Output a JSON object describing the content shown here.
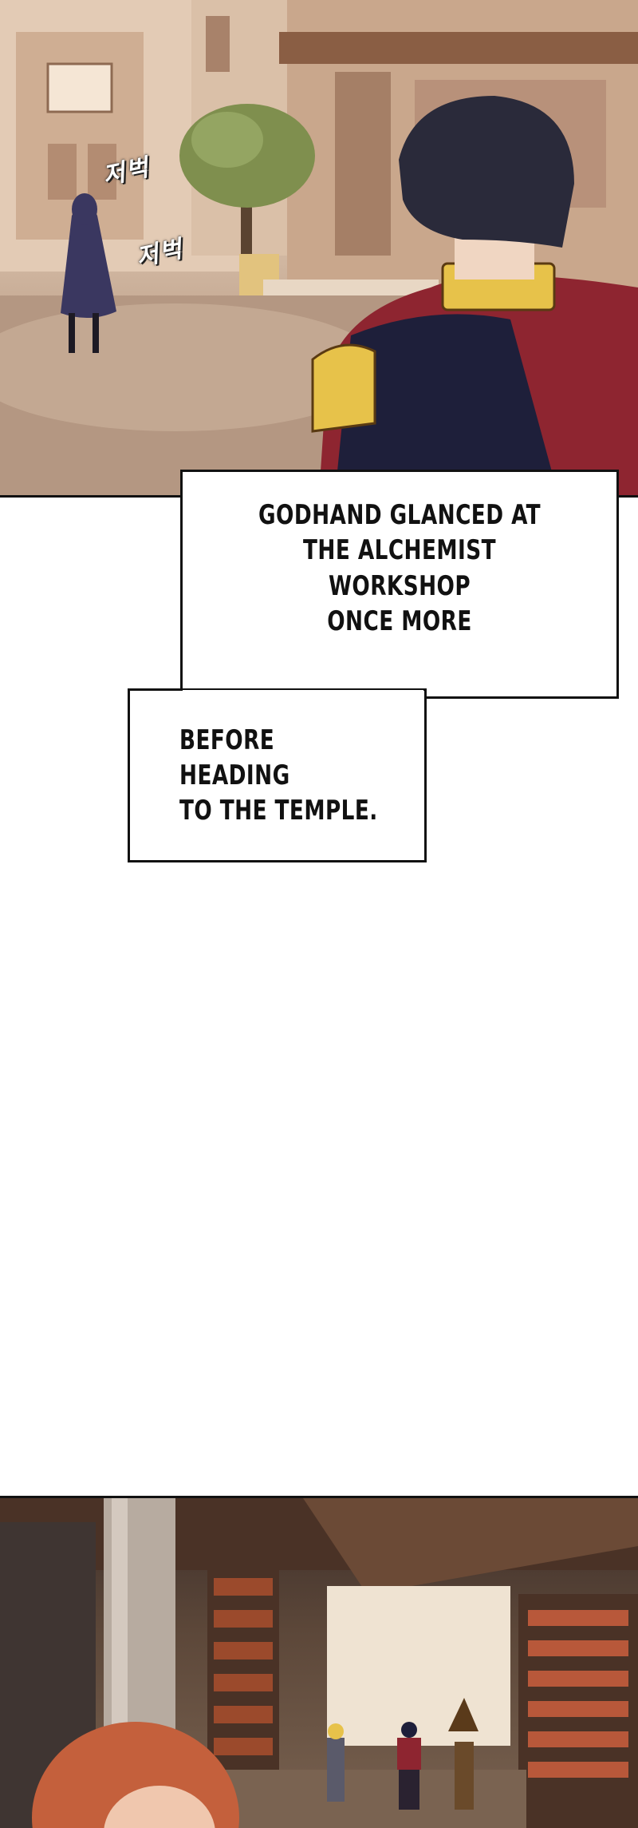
{
  "panel_top": {
    "sfx": [
      "저벅",
      "저벅"
    ]
  },
  "captions": {
    "first": "GODHAND GLANCED AT\nTHE ALCHEMIST WORKSHOP\nONCE MORE",
    "second": "BEFORE HEADING\nTO THE TEMPLE."
  },
  "colors": {
    "sky": "#e9d7c6",
    "coat_navy": "#1e1f3a",
    "cape_red": "#8e2530",
    "epaulette_gold": "#e7c24a",
    "tree_green": "#7f8f4e",
    "wood_dark": "#4a3226",
    "book_warm": "#9b4a2c"
  }
}
